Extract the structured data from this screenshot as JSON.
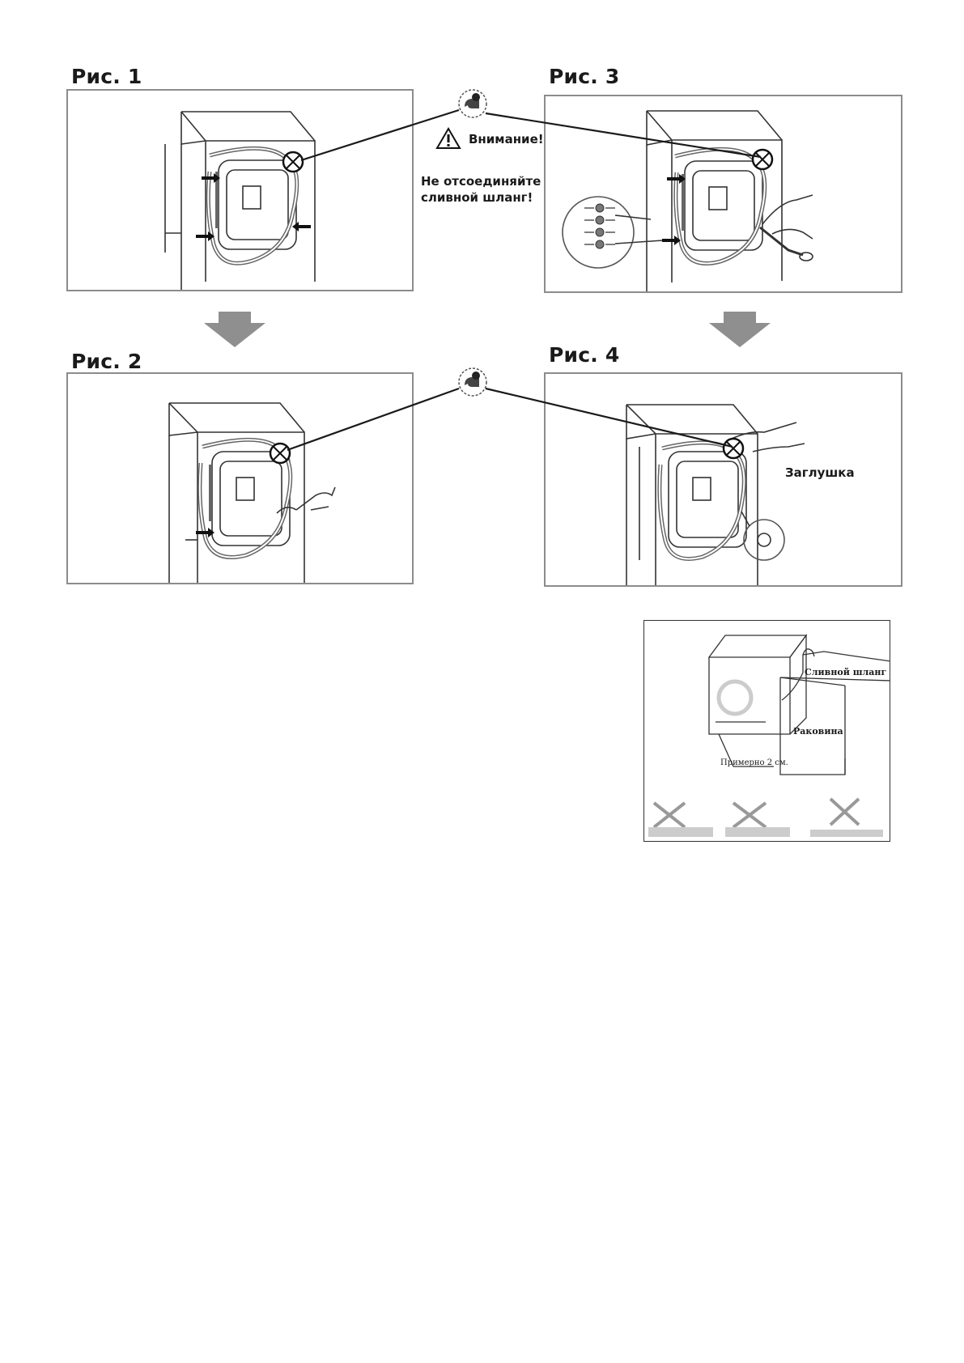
{
  "figures": {
    "fig1": {
      "label": "Рис. 1"
    },
    "fig2": {
      "label": "Рис. 2"
    },
    "fig3": {
      "label": "Рис. 3"
    },
    "fig4": {
      "label": "Рис. 4",
      "plug_label": "Заглушка"
    }
  },
  "warning": {
    "title": "Внимание!",
    "text_line1": "Не отсоединяйте",
    "text_line2": "сливной шланг!"
  },
  "sink_diagram": {
    "hose_label": "Сливной шланг",
    "sink_label": "Раковина",
    "distance_label": "Примерно 2 см."
  },
  "colors": {
    "frame": "#8c8c8c",
    "arrow": "#8f8f8f",
    "line": "#1a1a1a"
  },
  "icons": [
    "warning-triangle-icon",
    "hose-clip-icon",
    "down-arrow-icon"
  ]
}
